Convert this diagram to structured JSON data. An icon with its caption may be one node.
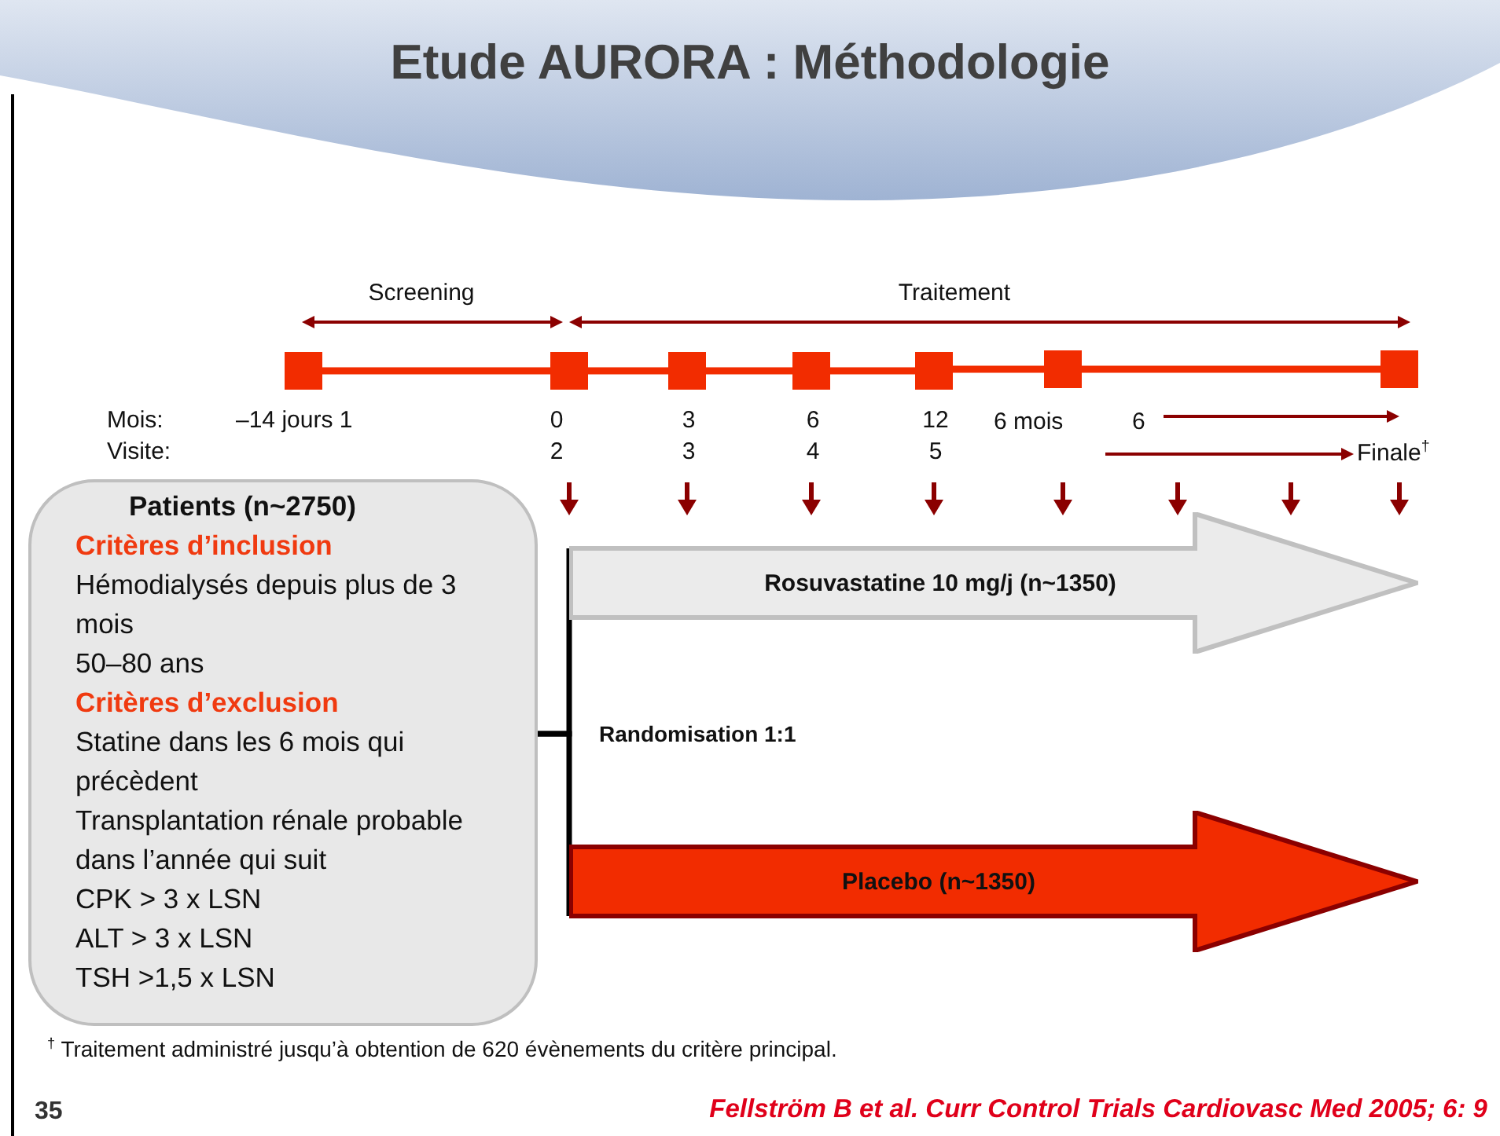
{
  "diagram": {
    "title": "Etude AURORA : Méthodologie",
    "nodes": [
      {
        "text": [
          "Patients (n~2750)",
          "Critères d’inclusion",
          "Hémodialysés depuis plus de 3 mois",
          "50–80 ans",
          "Critères d’exclusion",
          "Statine dans les 6 mois qui précèdent",
          "Transplantation rénale probable dans l’année qui suit",
          "CPK > 3 x LSN",
          "ALT > 3 x LSN",
          "TSH >1,5 x LSN"
        ]
      },
      {
        "text": [
          "Rosuvastatine 10 mg/j (n~1350)"
        ]
      },
      {
        "text": [
          "Placebo (n~1350)"
        ]
      },
      {
        "text": [],
        "shape": "box"
      },
      {
        "text": [],
        "shape": "box"
      },
      {
        "text": [],
        "shape": "box"
      },
      {
        "text": [],
        "shape": "box"
      },
      {
        "text": [],
        "shape": "box"
      },
      {
        "text": [],
        "shape": "box"
      },
      {
        "text": [],
        "shape": "box"
      }
    ],
    "edges": [
      {
        "from": 0,
        "to": 1,
        "arrow": "none",
        "color": "#000000"
      },
      {
        "from": 0,
        "to": 2,
        "arrow": "none",
        "color": "#000000"
      },
      {
        "from": 3,
        "to": 4,
        "arrow": "none"
      },
      {
        "from": 4,
        "to": 5,
        "arrow": "none"
      },
      {
        "from": 5,
        "to": 6,
        "arrow": "none"
      },
      {
        "from": 6,
        "to": 7,
        "arrow": "none"
      },
      {
        "from": 7,
        "to": 8,
        "arrow": "none"
      },
      {
        "from": 8,
        "to": 9,
        "arrow": "none"
      }
    ],
    "labels": [
      "Screening",
      "Traitement",
      "Mois:",
      "–14 jours 1",
      "0",
      "3",
      "6",
      "12",
      "6 mois",
      "6",
      "Visite:",
      "2",
      "3",
      "4",
      "5",
      "Finale$^{†}$",
      "Randomisation 1:1",
      "$^{†}$ Traitement administré jusqu’à obtention de 620 évènements du critère principal.",
      "35",
      "Fellström B et al. Curr Control Trials Cardiovasc Med 2005; 6: 9"
    ]
  }
}
